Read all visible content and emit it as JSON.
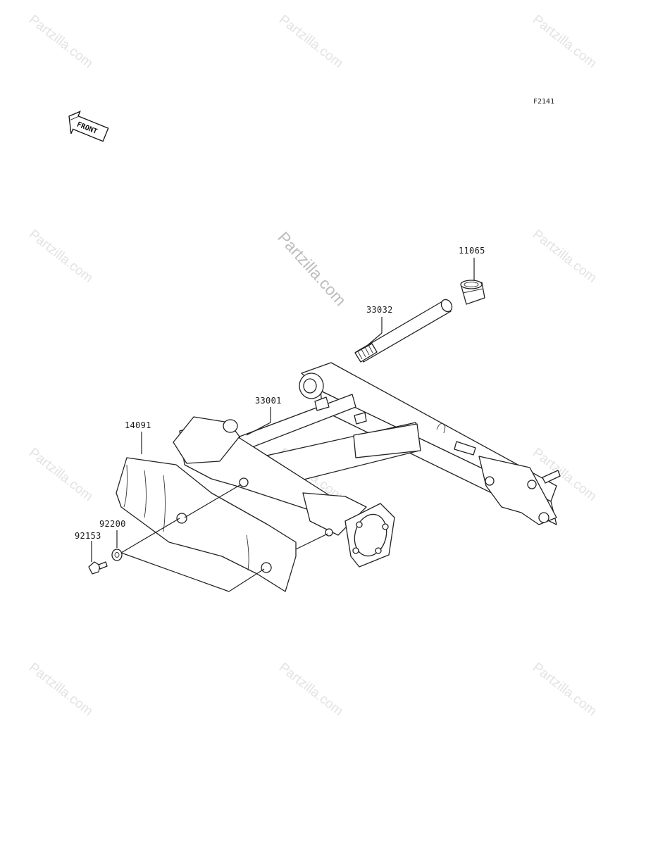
{
  "figure_code": "F2141",
  "front_label": "FRONT",
  "watermark": {
    "tile_text": "Partzilla.com",
    "main_text": "Partzilla.com"
  },
  "callouts": [
    {
      "part_number": "11065"
    },
    {
      "part_number": "33032"
    },
    {
      "part_number": "33001"
    },
    {
      "part_number": "14091"
    },
    {
      "part_number": "92200"
    },
    {
      "part_number": "92153"
    }
  ]
}
